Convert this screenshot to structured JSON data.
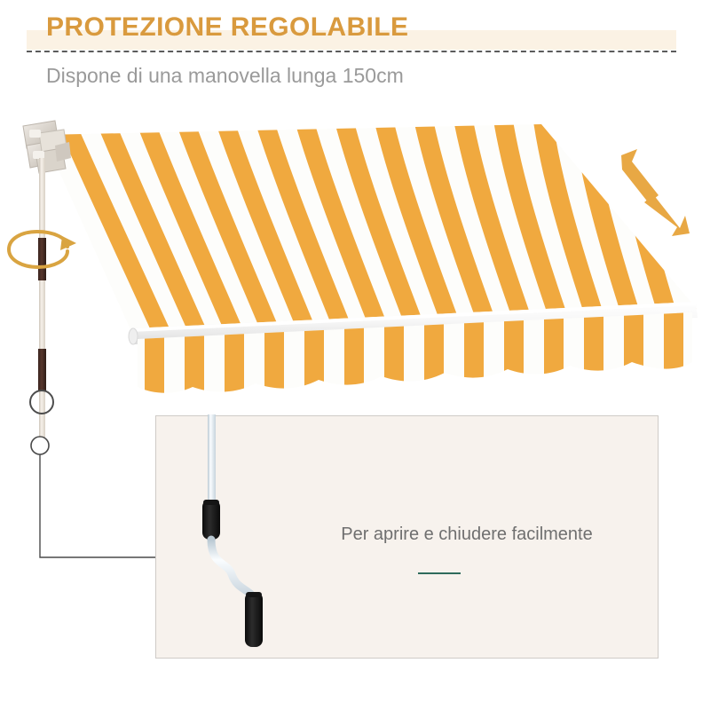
{
  "header": {
    "title": "PROTEZIONE REGOLABILE",
    "subtitle": "Dispone di una manovella lunga 150cm",
    "title_color": "#D99A3E",
    "title_band_color": "#FBF2E4",
    "subtitle_color": "#9a9a9a",
    "divider_style": "dashed",
    "divider_color": "#5b5b5b"
  },
  "awning": {
    "label": "retractable-striped-awning",
    "stripe_color": "#F0A93F",
    "stripe_alt_color": "#FFFFFF",
    "stripe_count": 26,
    "front_bar_color": "#F4F4F4",
    "bracket_color": "#D8D3CC",
    "valance_label": "scalloped-valance",
    "direction_arrows": {
      "color": "#E8A844",
      "up_arrow_label": "extend-arrow",
      "down_arrow_label": "retract-arrow"
    }
  },
  "crank": {
    "rod_color": "#EDE7E0",
    "grip_color": "#4A312A",
    "rotation_arrow_color": "#D9A441",
    "ring_color": "#555555",
    "callout_line_color": "#4a4a4a"
  },
  "detail_panel": {
    "caption": "Per aprire e chiudere facilmente",
    "background_color": "#F7F2ED",
    "border_color": "#cfcbc7",
    "accent_rule_color": "#2f6b5c",
    "handle": {
      "label": "crank-handle-detail",
      "rod_color": "#DCE6EC",
      "grip_color": "#1E1E1E",
      "grip_count": 2
    }
  }
}
